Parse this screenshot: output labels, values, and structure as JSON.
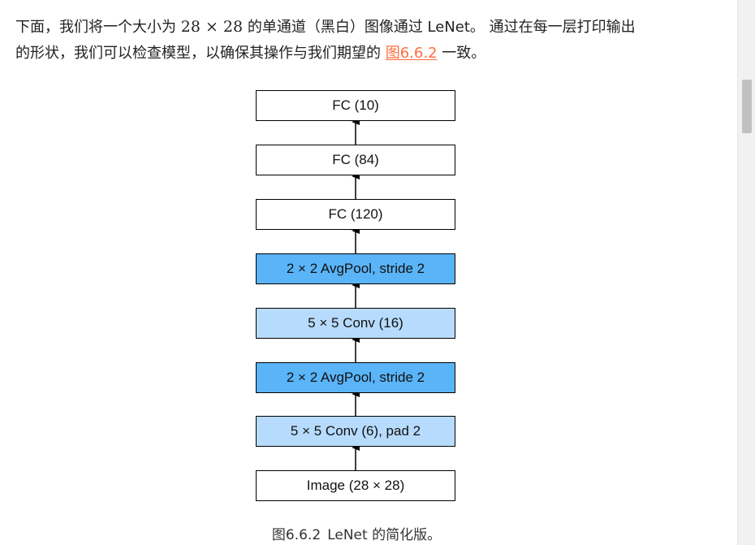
{
  "paragraph": {
    "line1_pre": "下面，我们将一个大小为 ",
    "math": "28 × 28",
    "line1_post": " 的单通道（黑白）图像通过 LeNet。 通过在每一层打印输出",
    "line2_pre": "的形状，我们可以检查模型，以确保其操作与我们期望的 ",
    "link_text": "图6.6.2",
    "line2_post": " 一致。"
  },
  "diagram": {
    "layers": [
      {
        "label": "FC (10)",
        "color": "#ffffff"
      },
      {
        "label": "FC (84)",
        "color": "#ffffff"
      },
      {
        "label": "FC (120)",
        "color": "#ffffff"
      },
      {
        "label": "2 × 2 AvgPool, stride 2",
        "color": "#5ab4f8"
      },
      {
        "label": "5 × 5 Conv (16)",
        "color": "#b7dbfc"
      },
      {
        "label": "2 × 2 AvgPool, stride 2",
        "color": "#5ab4f8"
      },
      {
        "label": "5 × 5 Conv (6), pad 2",
        "color": "#b7dbfc"
      },
      {
        "label": "Image (28 × 28)",
        "color": "#ffffff"
      }
    ]
  },
  "caption": {
    "label": "图6.6.2",
    "text": "LeNet 的简化版。"
  }
}
